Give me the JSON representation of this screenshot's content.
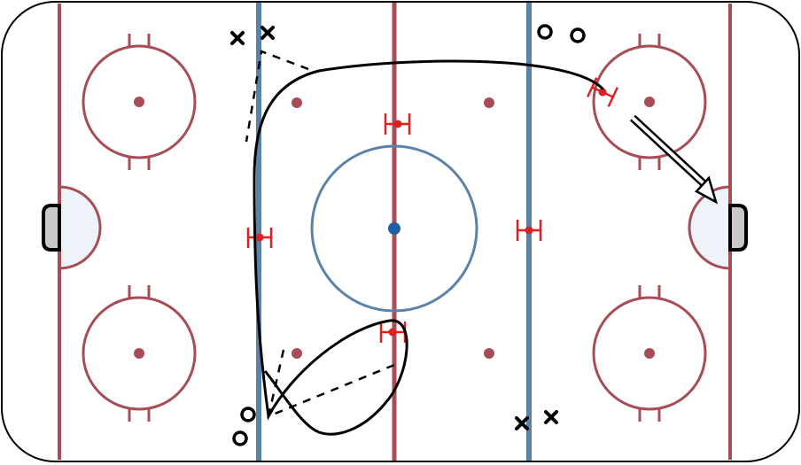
{
  "diagram": {
    "kind": "hockey-rink-drill",
    "colors": {
      "board": "#000000",
      "red_line": "#a64d55",
      "blue_line": "#5b82a8",
      "center_circle": "#5b82a8",
      "center_dot": "#1f5fa8",
      "faceoff_circle": "#a64d55",
      "faceoff_dot": "#a64d55",
      "cone": "#e02020",
      "crease_fill": "#eef3f9",
      "net_fill": "#c8c8c8",
      "skater_path": "#000000"
    },
    "symbols": {
      "offense_players": "x-marks",
      "defense_players": "o-marks",
      "cones": "red-pylons",
      "pass": "dashed-line",
      "skate": "solid-line",
      "shot": "double-arrow"
    }
  }
}
